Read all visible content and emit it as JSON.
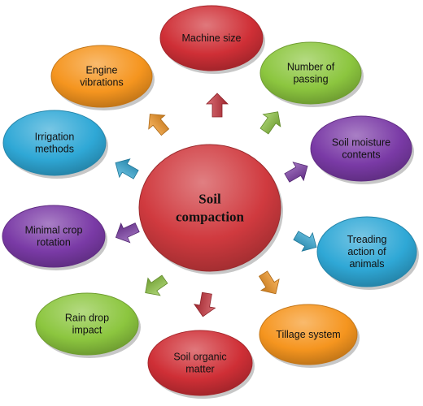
{
  "center": {
    "lines": [
      "Soil",
      "compaction"
    ],
    "color": "#d03a3f"
  },
  "factors": [
    {
      "id": "machine-size",
      "lines": [
        "Machine size"
      ],
      "color": "#cf2f36"
    },
    {
      "id": "number-of-passing",
      "lines": [
        "Number of",
        "passing"
      ],
      "color": "#8cc63f"
    },
    {
      "id": "soil-moisture-contents",
      "lines": [
        "Soil moisture",
        "contents"
      ],
      "color": "#7a3aa6"
    },
    {
      "id": "treading-action-of-animals",
      "lines": [
        "Treading",
        "action of",
        "animals"
      ],
      "color": "#2fa8d6"
    },
    {
      "id": "tillage-system",
      "lines": [
        "Tillage system"
      ],
      "color": "#f5951f"
    },
    {
      "id": "soil-organic-matter",
      "lines": [
        "Soil organic",
        "matter"
      ],
      "color": "#cf2f36"
    },
    {
      "id": "rain-drop-impact",
      "lines": [
        "Rain drop",
        "impact"
      ],
      "color": "#8cc63f"
    },
    {
      "id": "minimal-crop-rotation",
      "lines": [
        "Minimal crop",
        "rotation"
      ],
      "color": "#7a3aa6"
    },
    {
      "id": "irrigation-methods",
      "lines": [
        "Irrigation",
        "methods"
      ],
      "color": "#2fa8d6"
    },
    {
      "id": "engine-vibrations",
      "lines": [
        "Engine",
        "vibrations"
      ],
      "color": "#f5951f"
    }
  ],
  "arrows": [
    {
      "id": "machine-size",
      "color": "#c8303a"
    },
    {
      "id": "number-of-passing",
      "color": "#8cc63f"
    },
    {
      "id": "soil-moisture-contents",
      "color": "#7a3aa6"
    },
    {
      "id": "treading-action-of-animals",
      "color": "#2fa8d6"
    },
    {
      "id": "tillage-system",
      "color": "#f5951f"
    },
    {
      "id": "soil-organic-matter",
      "color": "#c8303a"
    },
    {
      "id": "rain-drop-impact",
      "color": "#8cc63f"
    },
    {
      "id": "minimal-crop-rotation",
      "color": "#7a3aa6"
    },
    {
      "id": "irrigation-methods",
      "color": "#2fa8d6"
    },
    {
      "id": "engine-vibrations",
      "color": "#f5951f"
    }
  ]
}
